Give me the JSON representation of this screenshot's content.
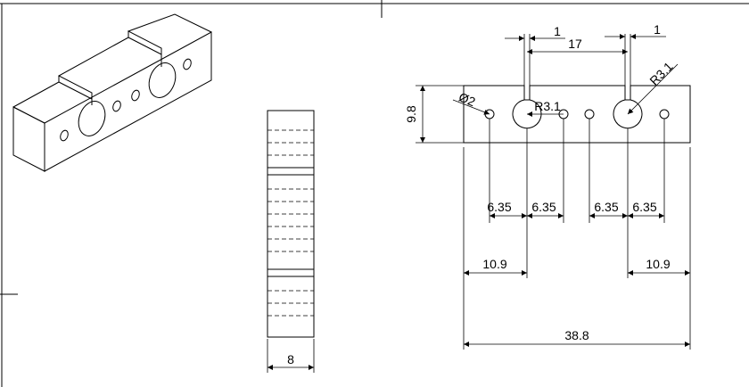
{
  "drawing": {
    "dimensions": {
      "slot_width_left": "1",
      "slot_width_right": "1",
      "slot_spacing": "17",
      "radius_left": "R3.1",
      "radius_right": "R3.1",
      "hole_diameter": "Ø2",
      "height": "9.8",
      "pitch_1": "6.35",
      "pitch_2": "6.35",
      "pitch_3": "6.35",
      "pitch_4": "6.35",
      "offset_left": "10.9",
      "offset_right": "10.9",
      "overall_length": "38.8",
      "side_width": "8"
    }
  }
}
